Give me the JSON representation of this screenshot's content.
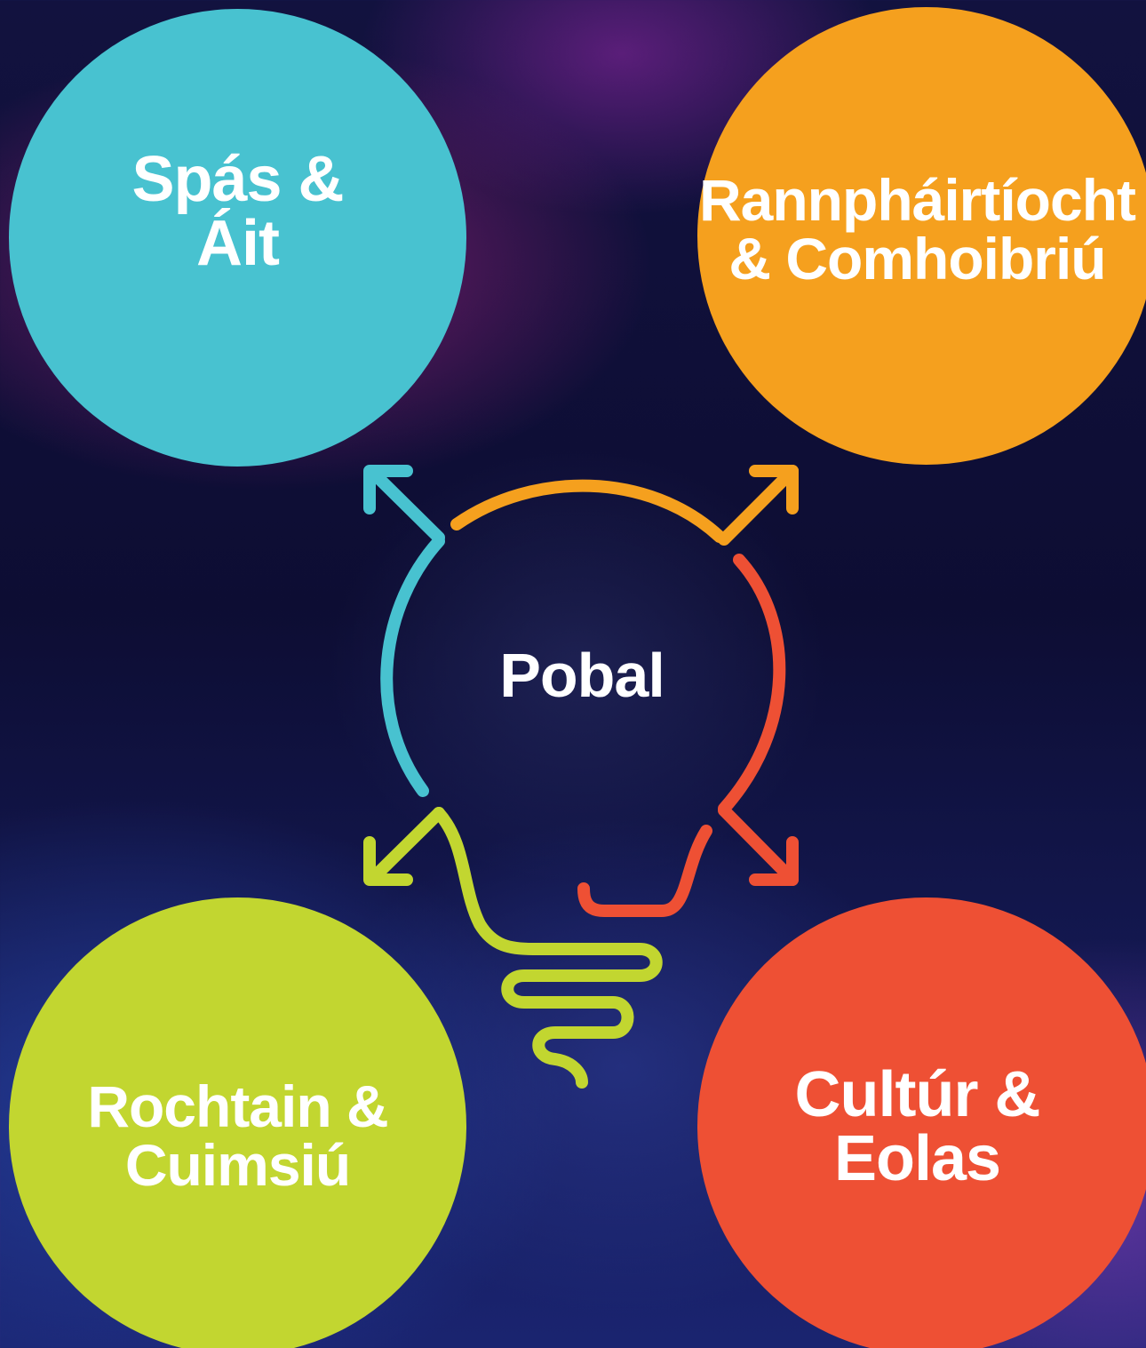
{
  "center": {
    "label": "Pobal"
  },
  "nodes": [
    {
      "id": "spas",
      "lines": [
        "Spás &",
        "Áit"
      ],
      "color": "#48c2d0"
    },
    {
      "id": "rann",
      "lines": [
        "Rannpháirtíocht",
        "& Comhoibriú"
      ],
      "color": "#f5a01e"
    },
    {
      "id": "roch",
      "lines": [
        "Rochtain &",
        "Cuimsiú"
      ],
      "color": "#c2d630"
    },
    {
      "id": "cult",
      "lines": [
        "Cultúr &",
        "Eolas"
      ],
      "color": "#ee5034"
    }
  ],
  "icons": {
    "bulb": "lightbulb-icon",
    "arrows": "arrow-icon"
  }
}
